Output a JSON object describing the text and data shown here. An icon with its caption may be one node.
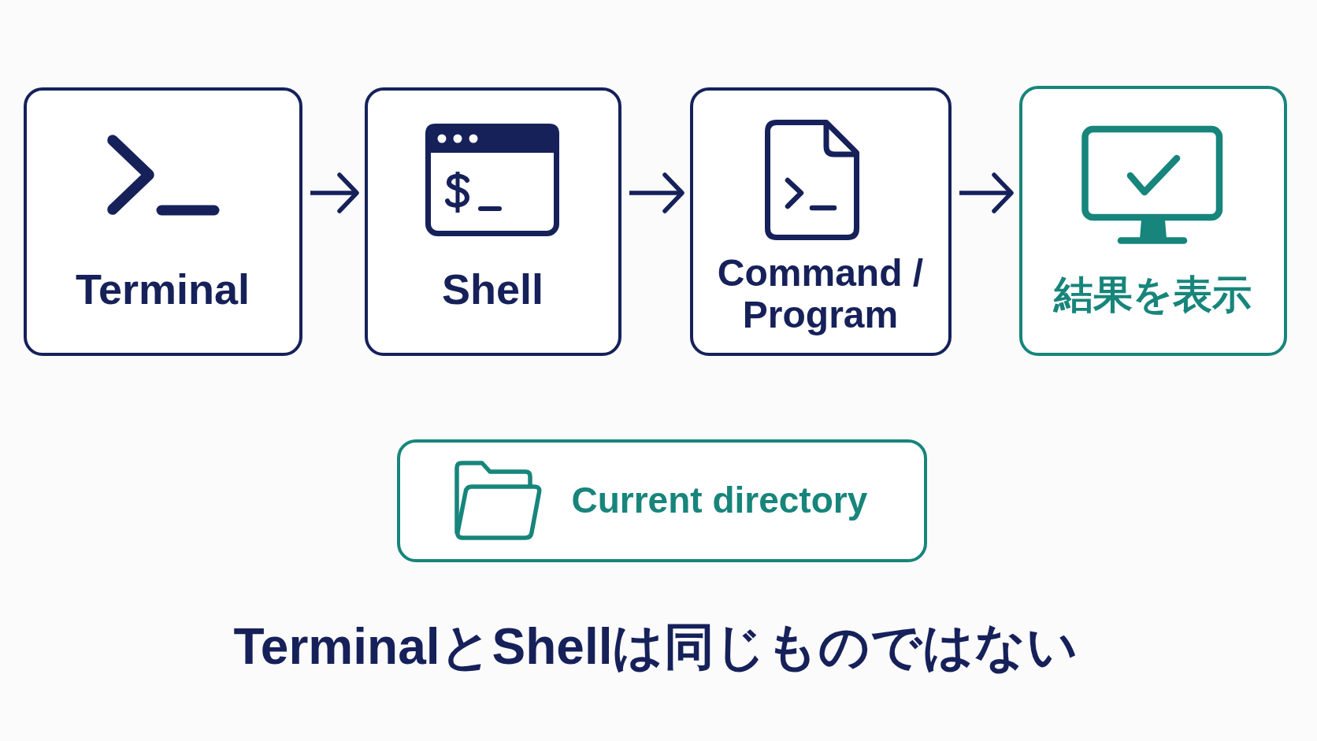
{
  "diagram": {
    "caption": "TerminalとShellは同じものではない",
    "nodes": [
      {
        "text": [
          "Terminal"
        ]
      },
      {
        "text": [
          "Shell"
        ]
      },
      {
        "text": [
          "Command / Program"
        ]
      },
      {
        "text": [
          "結果を表示"
        ]
      },
      {
        "text": [
          "Current directory"
        ]
      }
    ],
    "edges": [
      {
        "from": 0,
        "to": 1,
        "arrow": "to"
      },
      {
        "from": 1,
        "to": 2,
        "arrow": "to"
      },
      {
        "from": 2,
        "to": 3,
        "arrow": "to"
      }
    ]
  }
}
